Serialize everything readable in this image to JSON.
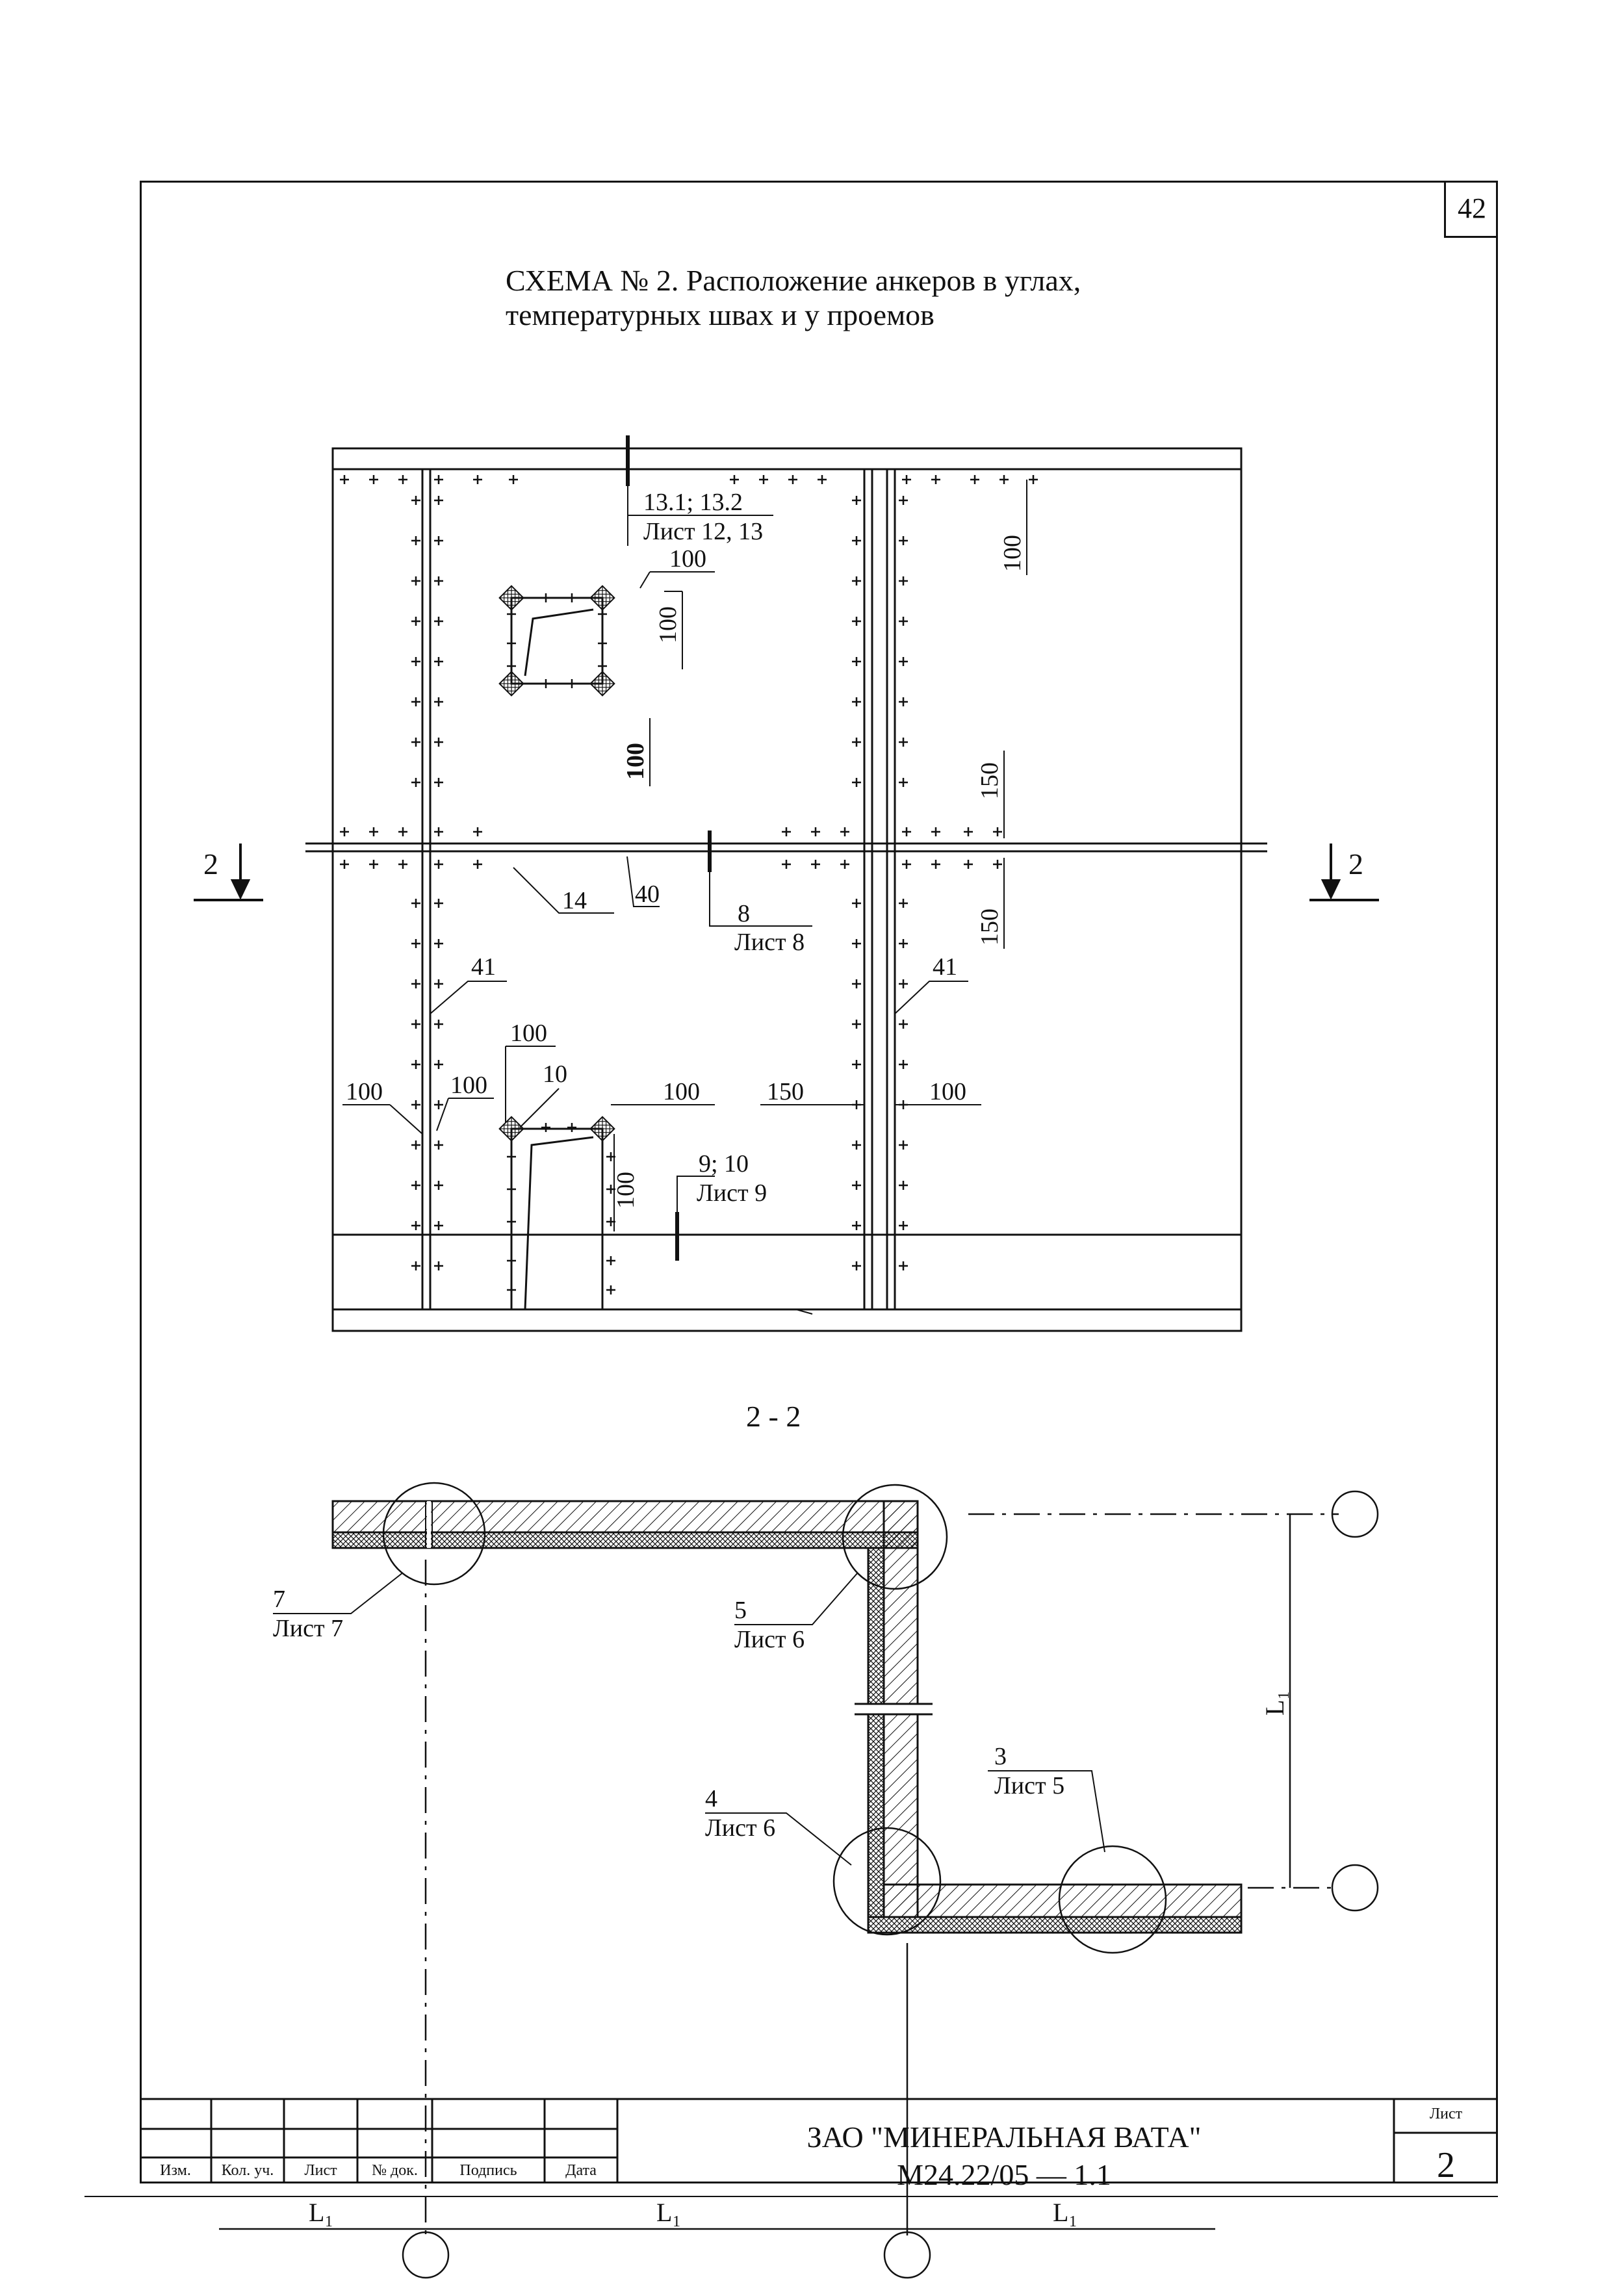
{
  "page_number": "42",
  "title": {
    "line1": "СХЕМА № 2. Расположение анкеров в углах,",
    "line2": "температурных швах и у проемов"
  },
  "plan": {
    "callouts": {
      "ref_13": "13.1; 13.2",
      "ref_13_sheet": "Лист 12, 13",
      "ref_8": "8",
      "ref_8_sheet": "Лист 8",
      "ref_9": "9; 10",
      "ref_9_sheet": "Лист 9",
      "item_14": "14",
      "item_40": "40",
      "item_41_left": "41",
      "item_41_right": "41",
      "item_10": "10"
    },
    "dims": {
      "d_100_window_top": "100",
      "d_100_window_side": "100",
      "d_100_window_bottom": "100",
      "d_100_right_top": "100",
      "d_150_upper": "150",
      "d_150_lower": "150",
      "d_100_door_top": "100",
      "d_100_left": "100",
      "d_100_left2": "100",
      "d_100_door_right": "100",
      "d_100_door_side": "100",
      "d_150_mid": "150",
      "d_100_right_mid": "100"
    },
    "section_marks": {
      "left": "2",
      "right": "2"
    }
  },
  "section": {
    "title": "2 - 2",
    "callouts": {
      "ref_7": "7",
      "ref_7_sheet": "Лист 7",
      "ref_5": "5",
      "ref_5_sheet": "Лист 6",
      "ref_3": "3",
      "ref_3_sheet": "Лист 5",
      "ref_4": "4",
      "ref_4_sheet": "Лист 6"
    },
    "dims": {
      "l1_a": "L₁",
      "l1_b": "L₁",
      "l1_c": "L₁",
      "l1_vertical": "L₁"
    }
  },
  "title_block": {
    "headers": [
      "Изм.",
      "Кол. уч.",
      "Лист",
      "№ док.",
      "Подпись",
      "Дата"
    ],
    "company": "ЗАО \"МИНЕРАЛЬНАЯ ВАТА\"",
    "code": "М24.22/05 — 1.1",
    "sheet_label": "Лист",
    "sheet_number": "2"
  }
}
